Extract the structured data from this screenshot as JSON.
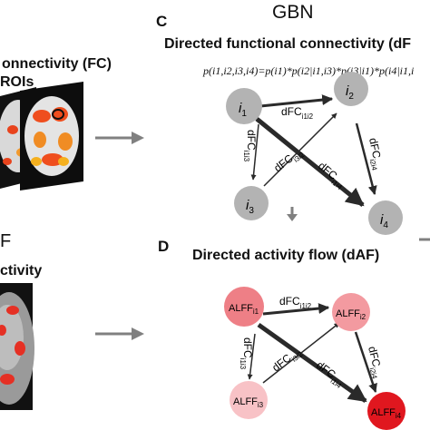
{
  "header": {
    "gbn": "GBN"
  },
  "left_panel": {
    "fc_line1": "onnectivity (FC)",
    "fc_line2": "ROIs",
    "af_letter": "F",
    "af_line": "ctivity"
  },
  "panel_c": {
    "letter": "C",
    "title": "Directed functional connectivity (dF",
    "formula": "p(i1,i2,i3,i4)=p(i1)*p(i2|i1,i3)*p(i3|i1)*p(i4|i1,i",
    "nodes": [
      {
        "base": "i",
        "sub": "1"
      },
      {
        "base": "i",
        "sub": "2"
      },
      {
        "base": "i",
        "sub": "3"
      },
      {
        "base": "i",
        "sub": "4"
      }
    ],
    "edges": [
      {
        "base": "dFC",
        "sub": "i1i2"
      },
      {
        "base": "dFC",
        "sub": "i1i3"
      },
      {
        "base": "dFC",
        "sub": "i3i2"
      },
      {
        "base": "dFC",
        "sub": "i2i4"
      },
      {
        "base": "dFC",
        "sub": "i1i4"
      }
    ]
  },
  "panel_d": {
    "letter": "D",
    "title": "Directed activity flow (dAF)",
    "nodes": [
      {
        "base": "ALFF",
        "sub": "i1"
      },
      {
        "base": "ALFF",
        "sub": "i2"
      },
      {
        "base": "ALFF",
        "sub": "i3"
      },
      {
        "base": "ALFF",
        "sub": "i4"
      }
    ],
    "edges": [
      {
        "base": "dFC",
        "sub": "i1i2"
      },
      {
        "base": "dFC",
        "sub": "i1i3"
      },
      {
        "base": "dFC",
        "sub": "i3i2"
      },
      {
        "base": "dFC",
        "sub": "i2i4"
      },
      {
        "base": "dFC",
        "sub": "i1i4"
      }
    ]
  },
  "colors": {
    "gray_node": "#b3b3b3",
    "arrow": "#2a2a2a",
    "flow_arrow": "#808080",
    "alff_i1": "#ee7f86",
    "alff_i2": "#f39aa0",
    "alff_i3": "#f8c2c6",
    "alff_i4": "#e0171f"
  }
}
